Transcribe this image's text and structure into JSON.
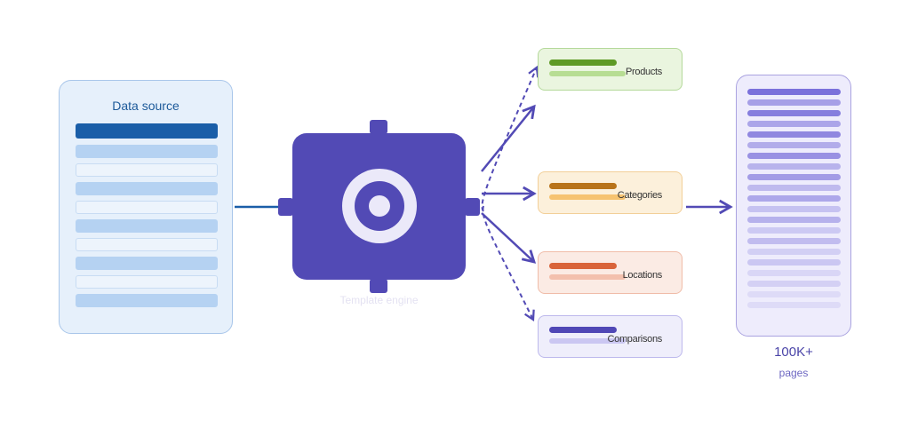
{
  "source": {
    "title": "Data source",
    "rows": [
      "header",
      "fill",
      "empty",
      "fill",
      "empty",
      "fill",
      "empty",
      "fill",
      "empty",
      "fill"
    ]
  },
  "engine": {
    "label": "Template engine",
    "icon": "target-icon"
  },
  "outputs": [
    {
      "label": "Products",
      "bg": "#eaf5df",
      "border": "#b4d99a",
      "bar1": "#5e9a25",
      "bar2": "#b7dd93",
      "connector": "dashed"
    },
    {
      "label": "Categories",
      "bg": "#fcf0db",
      "border": "#f2cf98",
      "bar1": "#b8731a",
      "bar2": "#f6c371",
      "connector": "solid"
    },
    {
      "label": "Locations",
      "bg": "#fbebe4",
      "border": "#f0bca8",
      "bar1": "#d9643a",
      "bar2": "#f3c0ad",
      "connector": "solid"
    },
    {
      "label": "Comparisons",
      "bg": "#efeefb",
      "border": "#bdb8ec",
      "bar1": "#5047b6",
      "bar2": "#cbc7f2",
      "connector": "dashed"
    }
  ],
  "result": {
    "count": "100K+",
    "unit": "pages",
    "row_count": 21
  },
  "colors": {
    "accent": "#524ab5",
    "source_blue": "#1a5ea8"
  }
}
